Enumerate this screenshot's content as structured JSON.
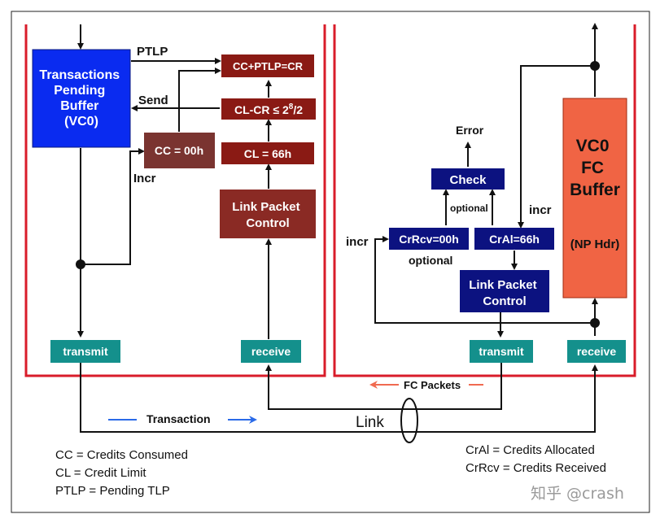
{
  "colors": {
    "red_frame": "#d91c2a",
    "blue_box": "#0a2bf0",
    "dark_red_box": "#8a1a14",
    "navy_box": "#0c1280",
    "teal_box": "#14908c",
    "orange_box": "#f06444",
    "blue_arrow": "#2a6ae8",
    "salmon_arrow": "#f06a50"
  },
  "left": {
    "tpb": [
      "Transactions",
      "Pending",
      "Buffer",
      "(VC0)"
    ],
    "ptlp": "PTLP",
    "send": "Send",
    "cc_ptlp": "CC+PTLP=CR",
    "cl_cr_pre": "CL-CR ≤ 2",
    "cl_cr_sup": "8",
    "cl_cr_post": "/2",
    "cc": "CC = 00h",
    "cl": "CL = 66h",
    "incr": "Incr",
    "lpc": [
      "Link Packet",
      "Control"
    ],
    "transmit": "transmit",
    "receive": "receive"
  },
  "right": {
    "error": "Error",
    "check": "Check",
    "optional_top": "optional",
    "incr_left": "incr",
    "incr_right": "incr",
    "crrcv": "CrRcv=00h",
    "cral": "CrAl=66h",
    "optional_bottom": "optional",
    "lpc": [
      "Link Packet",
      "Control"
    ],
    "vc0": [
      "VC0",
      "FC",
      "Buffer"
    ],
    "np_hdr": "(NP Hdr)",
    "transmit": "transmit",
    "receive": "receive"
  },
  "link": {
    "fc_packets": "FC Packets",
    "transaction": "Transaction",
    "link": "Link"
  },
  "legend_left": [
    "CC = Credits Consumed",
    "CL = Credit Limit",
    "PTLP = Pending TLP"
  ],
  "legend_right": [
    "CrAl = Credits Allocated",
    "CrRcv = Credits Received"
  ],
  "watermark": "知乎 @crash"
}
